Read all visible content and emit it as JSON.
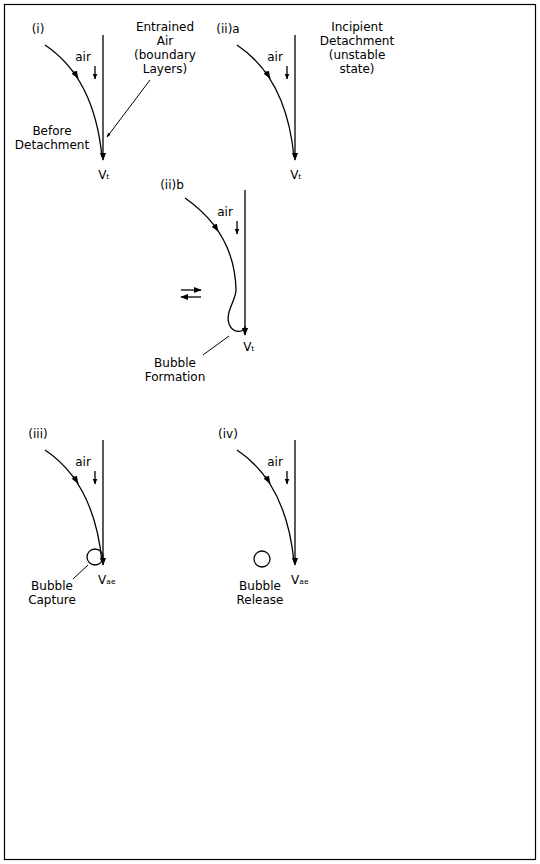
{
  "diagram": {
    "labels": [
      "(i)",
      "air",
      "Entrained Air (boundary Layers)",
      "Before Detachment",
      "Vₜ",
      "(ii)a",
      "air",
      "Incipient Detachment (unstable state)",
      "Vₜ",
      "(ii)b",
      "air",
      "Bubble Formation",
      "Vₜ",
      "(iii)",
      "air",
      "Bubble Capture",
      "Vₐₑ",
      "(iv)",
      "air",
      "Bubble Release",
      "Vₐₑ"
    ]
  }
}
